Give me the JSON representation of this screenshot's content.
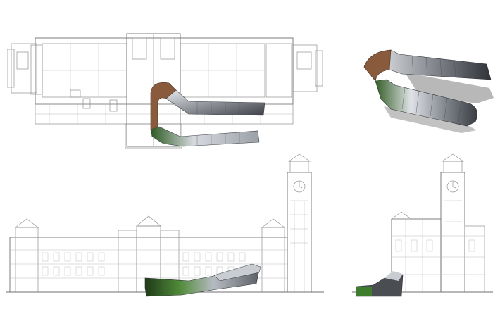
{
  "figure": {
    "panels": [
      "floor-plan",
      "isometric-sculpture",
      "front-elevation",
      "side-elevation"
    ]
  },
  "colors": {
    "background": "#ffffff",
    "linework": "#8f8f8f",
    "sculpture_dark": "#4a4d52",
    "sculpture_metal": "#c9ccd1",
    "sculpture_green": "#3f7d2e",
    "sculpture_brown": "#8a5a3c",
    "shadow": "#9a9a9a"
  }
}
